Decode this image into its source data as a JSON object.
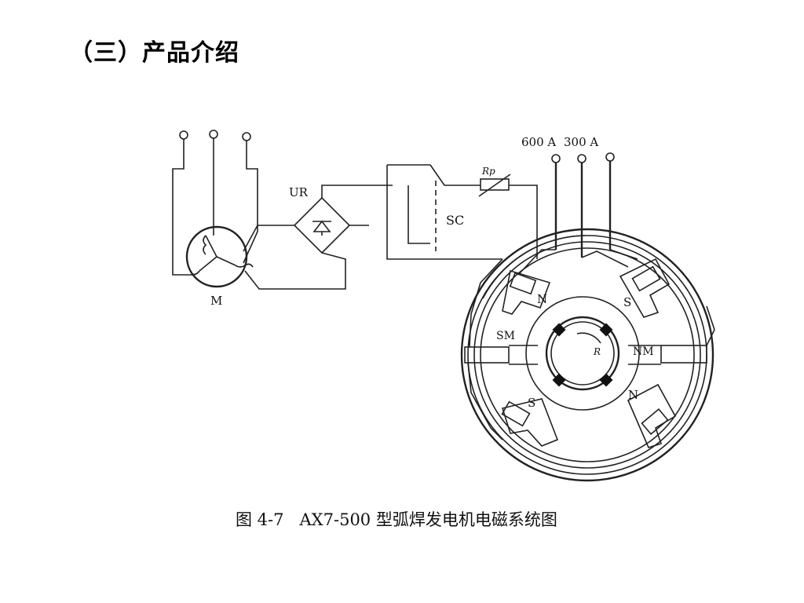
{
  "slide": {
    "title": "（三）产品介绍"
  },
  "figure": {
    "caption": "图 4-7   AX7-500 型弧焊发电机电磁系统图",
    "labels": {
      "ur": "UR",
      "sc": "SC",
      "motor": "M",
      "rp": "Rp",
      "tap_600": "600 A",
      "tap_300": "300 A",
      "pole_n_top": "N",
      "pole_s_top": "S",
      "pole_sm": "SM",
      "pole_nm": "NM",
      "pole_n_bottom": "N",
      "pole_s_bottom": "S",
      "rotor": "R"
    }
  }
}
